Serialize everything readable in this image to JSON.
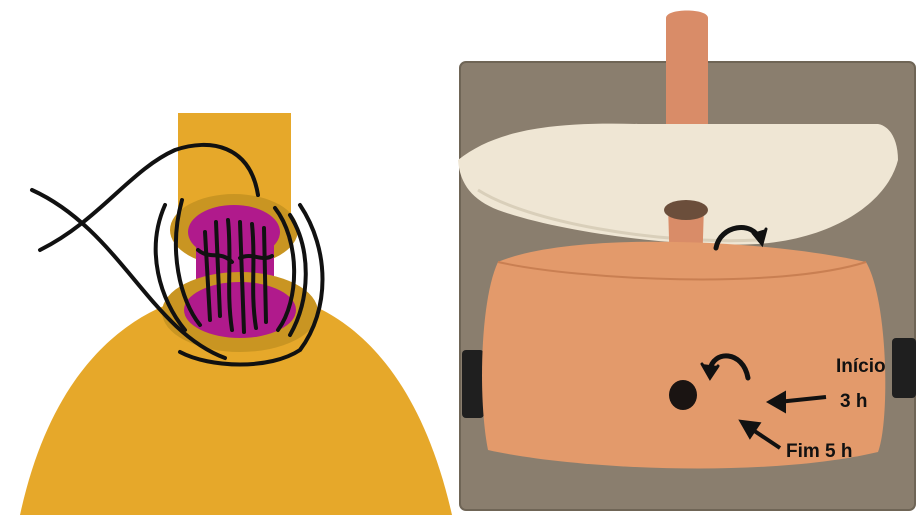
{
  "labels": {
    "inicio": "Início",
    "tres_h": "3 h",
    "fim": "Fim 5 h"
  },
  "colors": {
    "organ": "#E6A82A",
    "organ_ring": "#C99522",
    "lumen": "#B01A8C",
    "suture": "#111111",
    "pad": "#8A7E6E",
    "foam": "#EFE6D4",
    "silicone": "#E39A6B",
    "tube": "#D98C68"
  },
  "icons": [
    "curved-arrow-icon",
    "straight-arrow-icon"
  ]
}
